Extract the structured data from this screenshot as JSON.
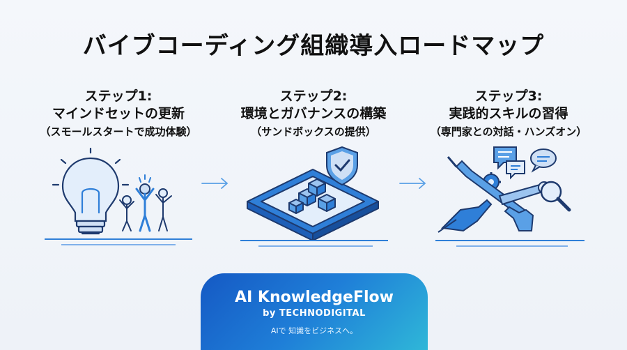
{
  "title": "バイブコーディング組織導入ロードマップ",
  "steps": [
    {
      "label": "ステップ1:",
      "title": "マインドセットの更新",
      "subtitle": "（スモールスタートで成功体験）"
    },
    {
      "label": "ステップ2:",
      "title": "環境とガバナンスの構築",
      "subtitle": "（サンドボックスの提供）"
    },
    {
      "label": "ステップ3:",
      "title": "実践的スキルの習得",
      "subtitle": "（専門家との対話・ハンズオン）"
    }
  ],
  "brand": {
    "name": "AI KnowledgeFlow",
    "by": "by TECHNODIGITAL",
    "tagline": "AIで 知識をビジネスへ。"
  },
  "colors": {
    "accent": "#2f7fd8",
    "dark": "#1e3a6e",
    "light_fill": "#e3eefb",
    "banner_start": "#1559c4",
    "banner_end": "#2fb7d8"
  },
  "icons": [
    "lightbulb-icon",
    "people-icon",
    "shield-check-icon",
    "sandbox-icon",
    "chat-icon",
    "gear-icon",
    "wrench-icon",
    "magnifier-icon",
    "hands-icon",
    "arrow-right-icon"
  ]
}
